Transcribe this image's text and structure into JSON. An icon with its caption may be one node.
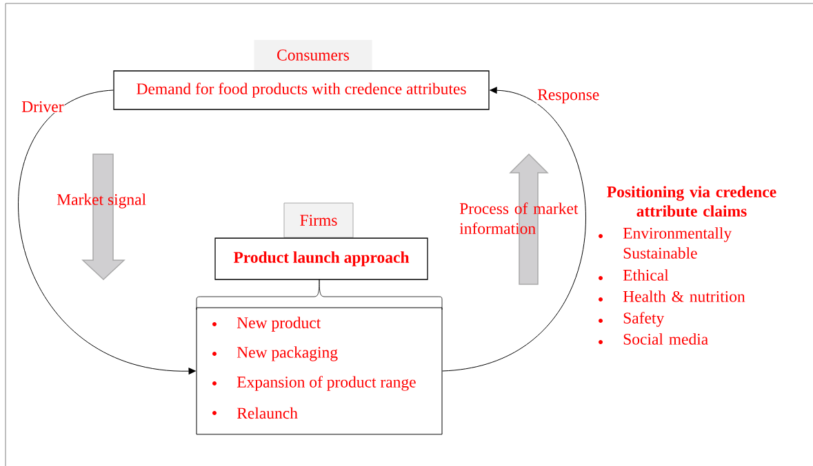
{
  "diagram": {
    "nodes": [
      {
        "text": [
          "Consumers"
        ]
      },
      {
        "text": [
          "Demand for food products with credence attributes"
        ]
      },
      {
        "text": [
          "Firms"
        ]
      },
      {
        "text": [
          "Product launch approach"
        ]
      },
      {
        "text": [
          "New product",
          "New packaging",
          "Expansion of product range",
          "Relaunch"
        ]
      }
    ],
    "edges": [
      {
        "from": 1,
        "to": 4,
        "arrow": "to",
        "label": "Driver"
      },
      {
        "from": 4,
        "to": 1,
        "arrow": "to",
        "label": "Response"
      }
    ],
    "labels": [
      "Market signal",
      "Process of market information",
      "Positioning via credence attribute claims",
      "Environmentally Sustainable",
      "Ethical",
      "Health & nutrition",
      "Safety",
      "Social media"
    ]
  }
}
